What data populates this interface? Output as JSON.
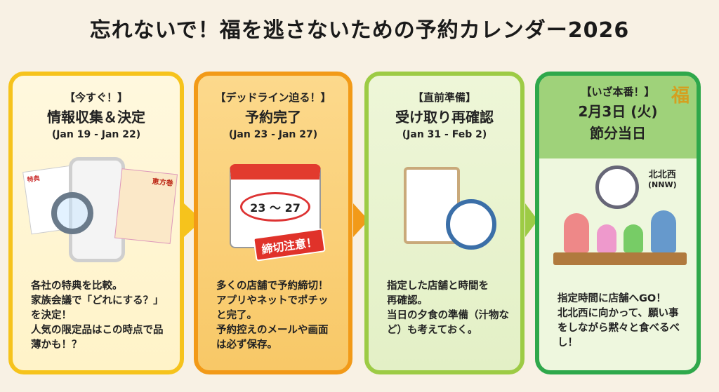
{
  "title": "忘れないで！福を逃さないための予約カレンダー2026",
  "colors": {
    "step1": "#f6c31c",
    "step2": "#f29a18",
    "step3": "#9dcb45",
    "step4": "#2fa84b"
  },
  "steps": [
    {
      "tag": "【今すぐ！】",
      "stage": "情報収集＆決定",
      "dates": "(Jan 19 - Jan 22)",
      "illus": {
        "flyer_label": "特典",
        "ehomaki_label": "恵方巻"
      },
      "desc": "各社の特典を比較。\n家族会議で「どれにする？」を決定！\n人気の限定品はこの時点で品薄かも！？"
    },
    {
      "tag": "【デッドライン迫る！】",
      "stage": "予約完了",
      "dates": "(Jan 23 - Jan 27)",
      "illus": {
        "calendar_range": "23 〜 27",
        "stamp": "締切注意！"
      },
      "desc": "多くの店舗で予約締切！\nアプリやネットでポチッと完了。\n予約控えのメールや画面は必ず保存。"
    },
    {
      "tag": "【直前準備】",
      "stage": "受け取り再確認",
      "dates": "(Jan 31 - Feb 2)",
      "desc": "指定した店舗と時間を\n再確認。\n当日の夕食の準備（汁物など）も考えておく。"
    },
    {
      "tag": "【いざ本番！】",
      "stage": "2月3日 (火)",
      "stage2": "節分当日",
      "badge": "福",
      "illus": {
        "direction": "北北西",
        "direction_en": "(NNW)"
      },
      "desc": "指定時間に店舗へGO！\n北北西に向かって、願い事をしながら黙々と食べるべし！"
    }
  ]
}
